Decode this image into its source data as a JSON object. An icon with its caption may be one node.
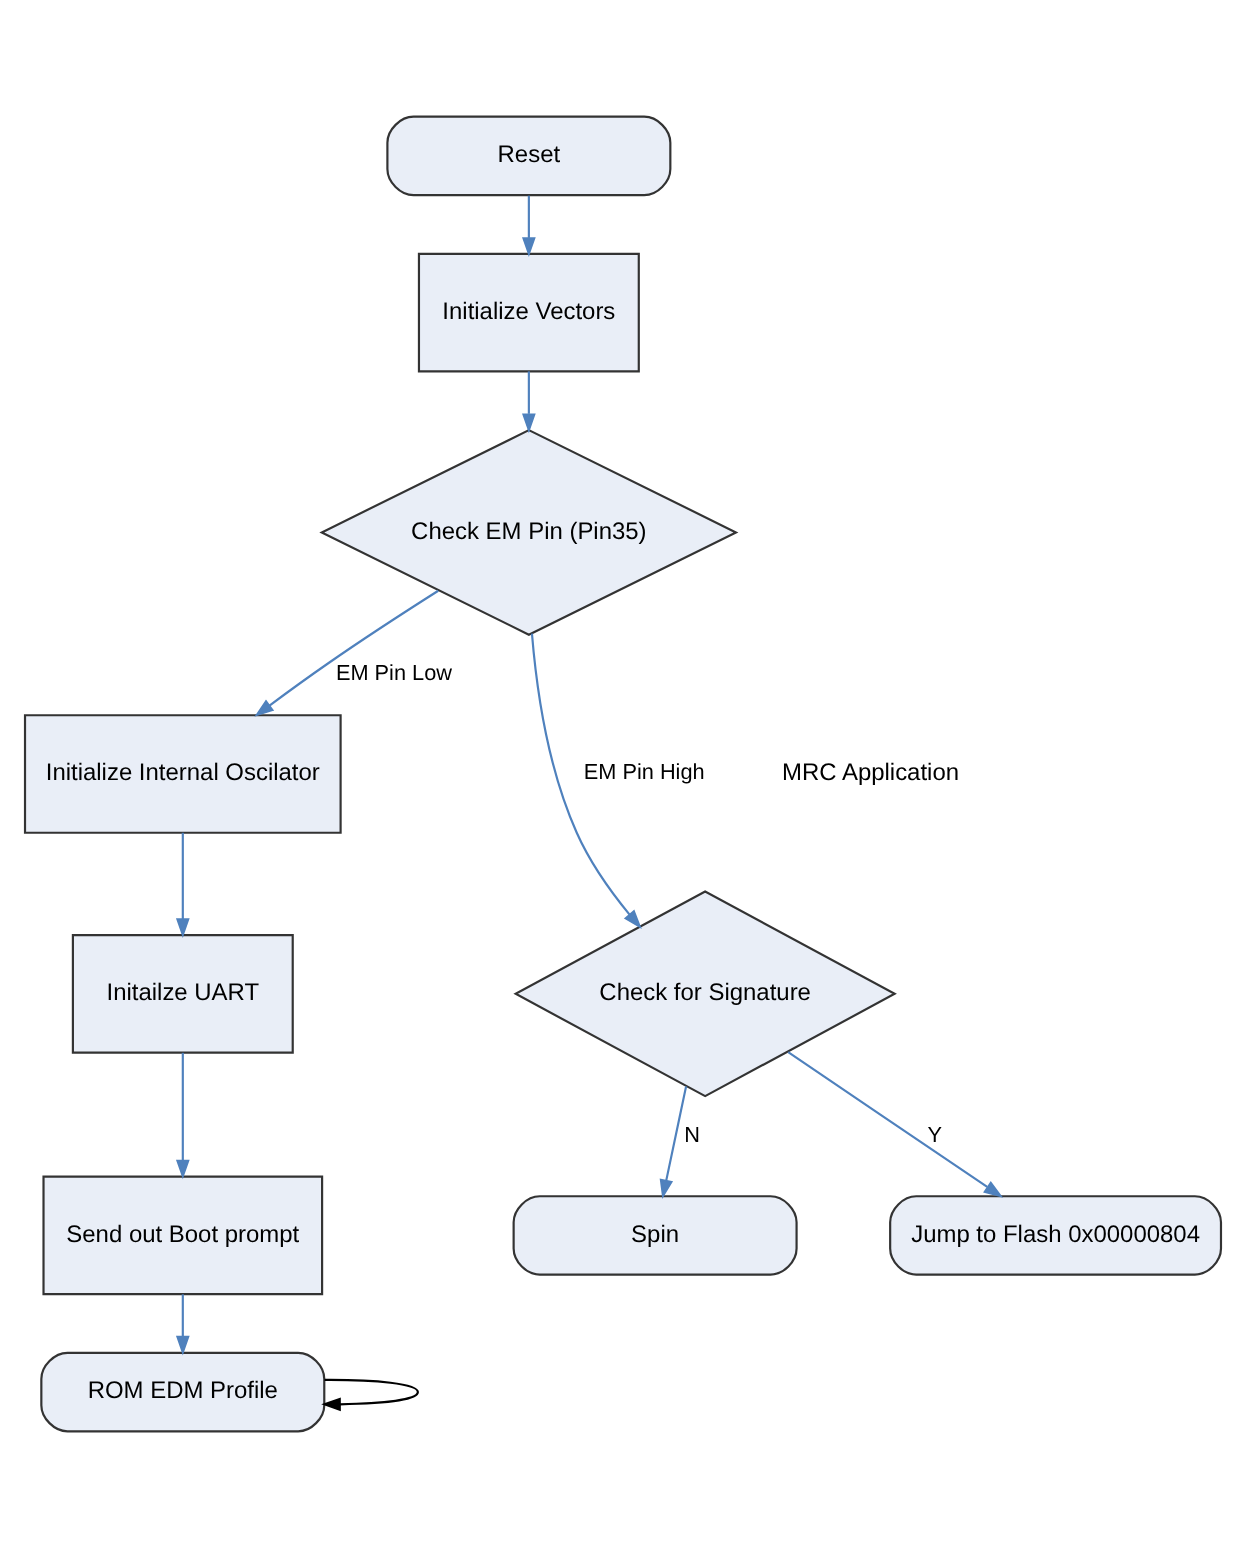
{
  "diagram": {
    "nodes": [
      {
        "text": [
          "Reset"
        ]
      },
      {
        "text": [
          "Initialize Vectors"
        ]
      },
      {
        "text": [
          "Check EM Pin (Pin35)"
        ]
      },
      {
        "text": [
          "Initialize Internal Oscilator"
        ]
      },
      {
        "text": [
          "Initailze UART"
        ]
      },
      {
        "text": [
          "Send out Boot prompt"
        ]
      },
      {
        "text": [
          "ROM EDM Profile"
        ]
      },
      {
        "text": [
          "Check for Signature"
        ]
      },
      {
        "text": [
          "Spin"
        ]
      },
      {
        "text": [
          "Jump to Flash 0x00000804"
        ]
      }
    ],
    "edges": [
      {
        "from": 0,
        "to": 1,
        "arrow": "to"
      },
      {
        "from": 1,
        "to": 2,
        "arrow": "to"
      },
      {
        "from": 2,
        "to": 7,
        "arrow": "to",
        "label": "EM Pin High"
      },
      {
        "from": 2,
        "to": 3,
        "arrow": "to",
        "label": "EM Pin Low"
      },
      {
        "from": 3,
        "to": 4,
        "arrow": "to"
      },
      {
        "from": 4,
        "to": 5,
        "arrow": "to"
      },
      {
        "from": 5,
        "to": 6,
        "arrow": "to"
      },
      {
        "from": 6,
        "to": 6,
        "arrow": "to",
        "color": "#000000"
      },
      {
        "from": 7,
        "to": 8,
        "arrow": "to",
        "label": "N"
      },
      {
        "from": 7,
        "to": 9,
        "arrow": "to",
        "label": "Y"
      }
    ],
    "labels": [
      "MRC Application"
    ]
  }
}
